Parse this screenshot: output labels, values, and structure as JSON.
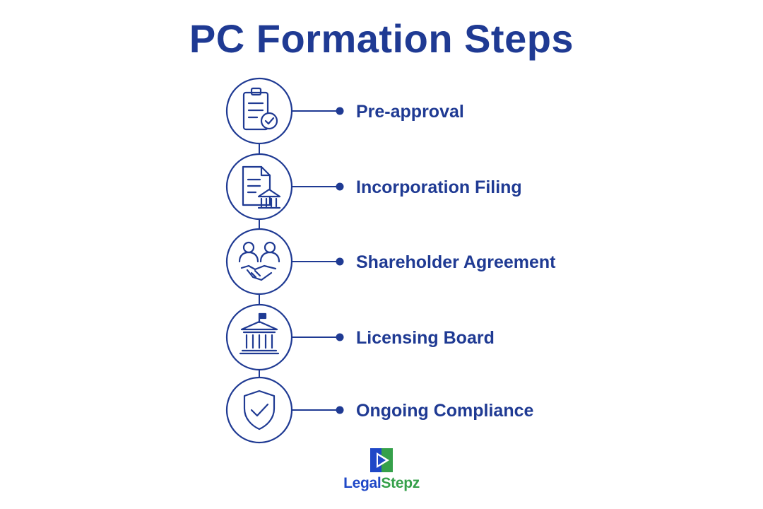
{
  "title": "PC Formation Steps",
  "steps": [
    {
      "label": "Pre-approval",
      "icon": "clipboard-check-icon"
    },
    {
      "label": "Incorporation Filing",
      "icon": "document-bank-icon"
    },
    {
      "label": "Shareholder Agreement",
      "icon": "handshake-people-icon"
    },
    {
      "label": "Licensing Board",
      "icon": "government-building-icon"
    },
    {
      "label": "Ongoing Compliance",
      "icon": "shield-check-icon"
    }
  ],
  "logo": {
    "part1": "Legal",
    "part2": "Stepz",
    "colors": {
      "blue": "#1f48c7",
      "green": "#35a04a"
    }
  },
  "colors": {
    "primary": "#1f3a93"
  }
}
